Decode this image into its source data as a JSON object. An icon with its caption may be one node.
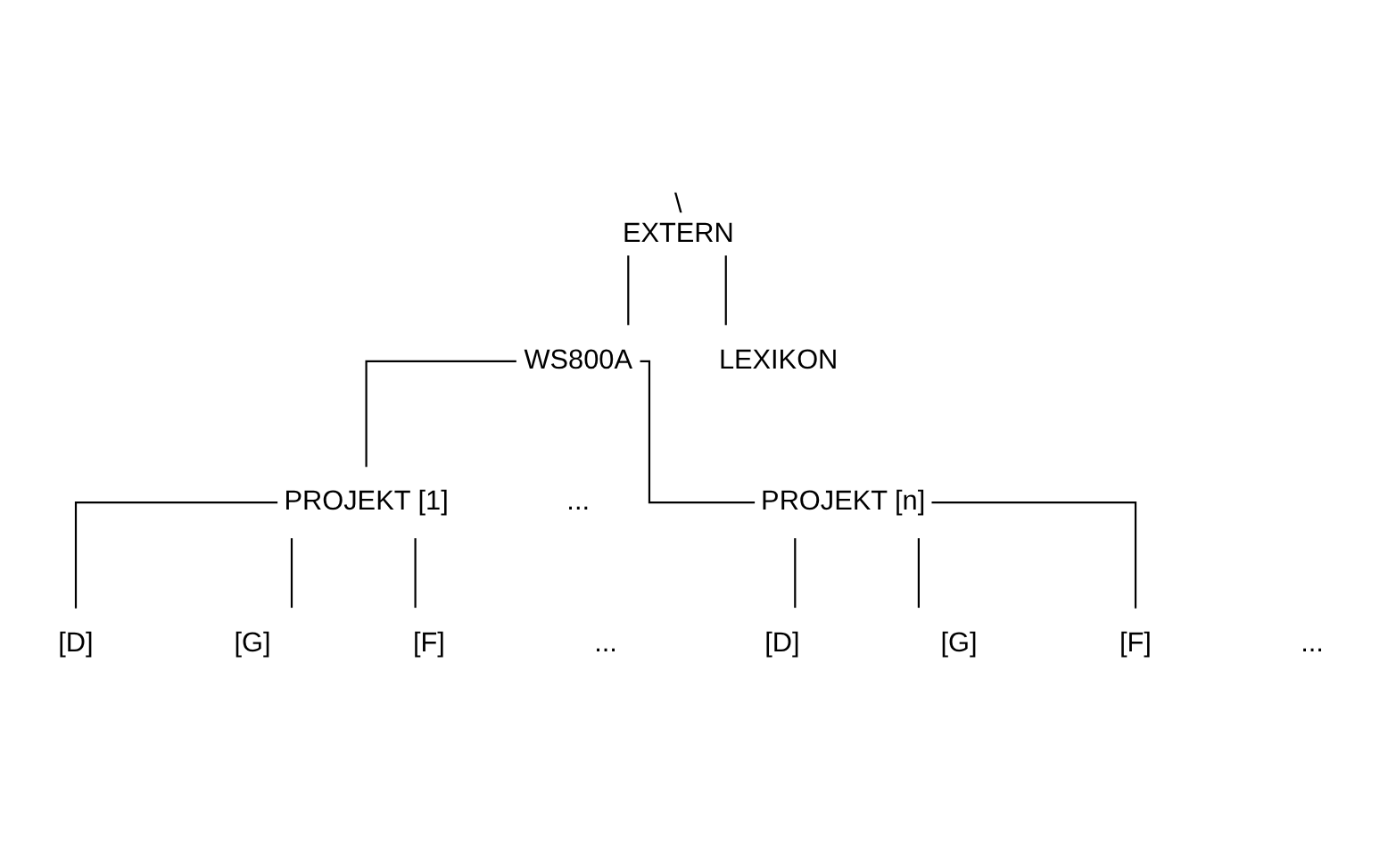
{
  "diagram": {
    "nodes": [
      {
        "text": [
          "EXTERN"
        ],
        "beside": [
          "\\"
        ]
      },
      {
        "text": [
          "WS800A"
        ]
      },
      {
        "text": [
          "LEXIKON"
        ]
      },
      {
        "text": [
          "PROJEKT [1]"
        ]
      },
      {
        "text": [
          "PROJEKT [n]"
        ]
      },
      {
        "text": [
          "[D]"
        ]
      },
      {
        "text": [
          "[G]"
        ]
      },
      {
        "text": [
          "[F]"
        ]
      },
      {
        "text": [
          "[D]"
        ]
      },
      {
        "text": [
          "[G]"
        ]
      },
      {
        "text": [
          "[F]"
        ]
      }
    ],
    "edges": [
      {
        "from": 0,
        "to": 1,
        "arrow": "none"
      },
      {
        "from": 0,
        "to": 2,
        "arrow": "none"
      },
      {
        "from": 1,
        "to": 3,
        "arrow": "none"
      },
      {
        "from": 1,
        "to": 4,
        "arrow": "none"
      },
      {
        "from": 3,
        "to": 5,
        "arrow": "none"
      },
      {
        "from": 3,
        "to": 6,
        "arrow": "none"
      },
      {
        "from": 3,
        "to": 7,
        "arrow": "none"
      },
      {
        "from": 4,
        "to": 8,
        "arrow": "none"
      },
      {
        "from": 4,
        "to": 9,
        "arrow": "none"
      },
      {
        "from": 4,
        "to": 10,
        "arrow": "none"
      }
    ],
    "labels": [
      "...",
      "...",
      "..."
    ]
  }
}
